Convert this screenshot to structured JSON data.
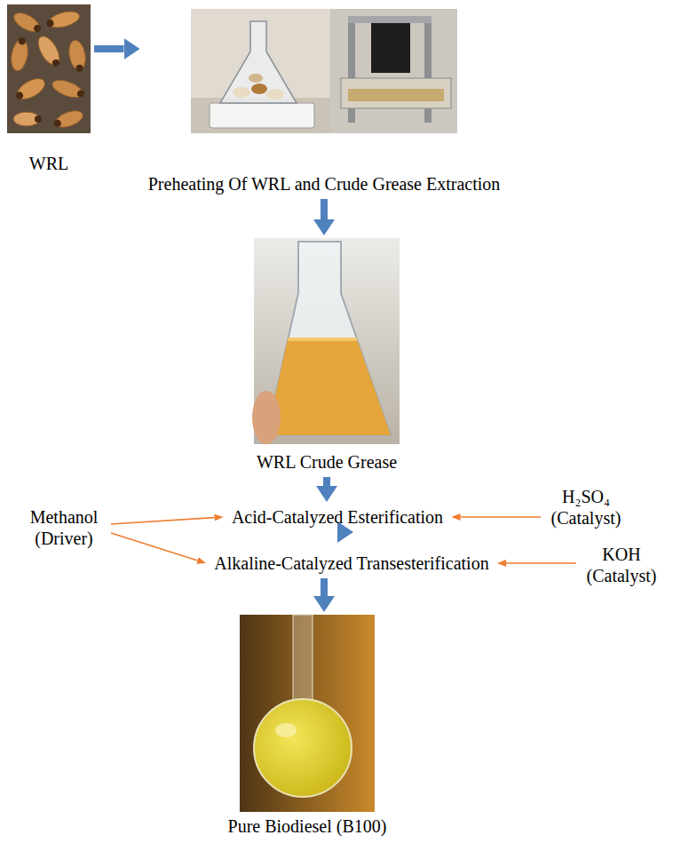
{
  "diagram": {
    "nodes": [
      {
        "text": [
          "WRL"
        ]
      },
      {
        "text": [
          "Preheating Of WRL and Crude Grease Extraction"
        ]
      },
      {
        "text": [
          "WRL Crude Grease"
        ]
      },
      {
        "text": [
          "Acid-Catalyzed Esterification"
        ]
      },
      {
        "text": [
          "Alkaline-Catalyzed Transesterification"
        ]
      },
      {
        "text": [
          "Pure Biodiesel (B100)"
        ]
      },
      {
        "text": [
          "Methanol (Driver)"
        ]
      },
      {
        "text": [
          "H₂SO₄ (Catalyst)"
        ]
      },
      {
        "text": [
          "KOH (Catalyst)"
        ]
      }
    ],
    "edges": [
      {
        "from": 0,
        "to": 1,
        "arrow": "to"
      },
      {
        "from": 1,
        "to": 2,
        "arrow": "to"
      },
      {
        "from": 2,
        "to": 3,
        "arrow": "to"
      },
      {
        "from": 3,
        "to": 4,
        "arrow": "to"
      },
      {
        "from": 4,
        "to": 5,
        "arrow": "to"
      },
      {
        "from": 6,
        "to": 3,
        "arrow": "to"
      },
      {
        "from": 6,
        "to": 4,
        "arrow": "to"
      },
      {
        "from": 7,
        "to": 3,
        "arrow": "to"
      },
      {
        "from": 8,
        "to": 4,
        "arrow": "to"
      }
    ]
  }
}
